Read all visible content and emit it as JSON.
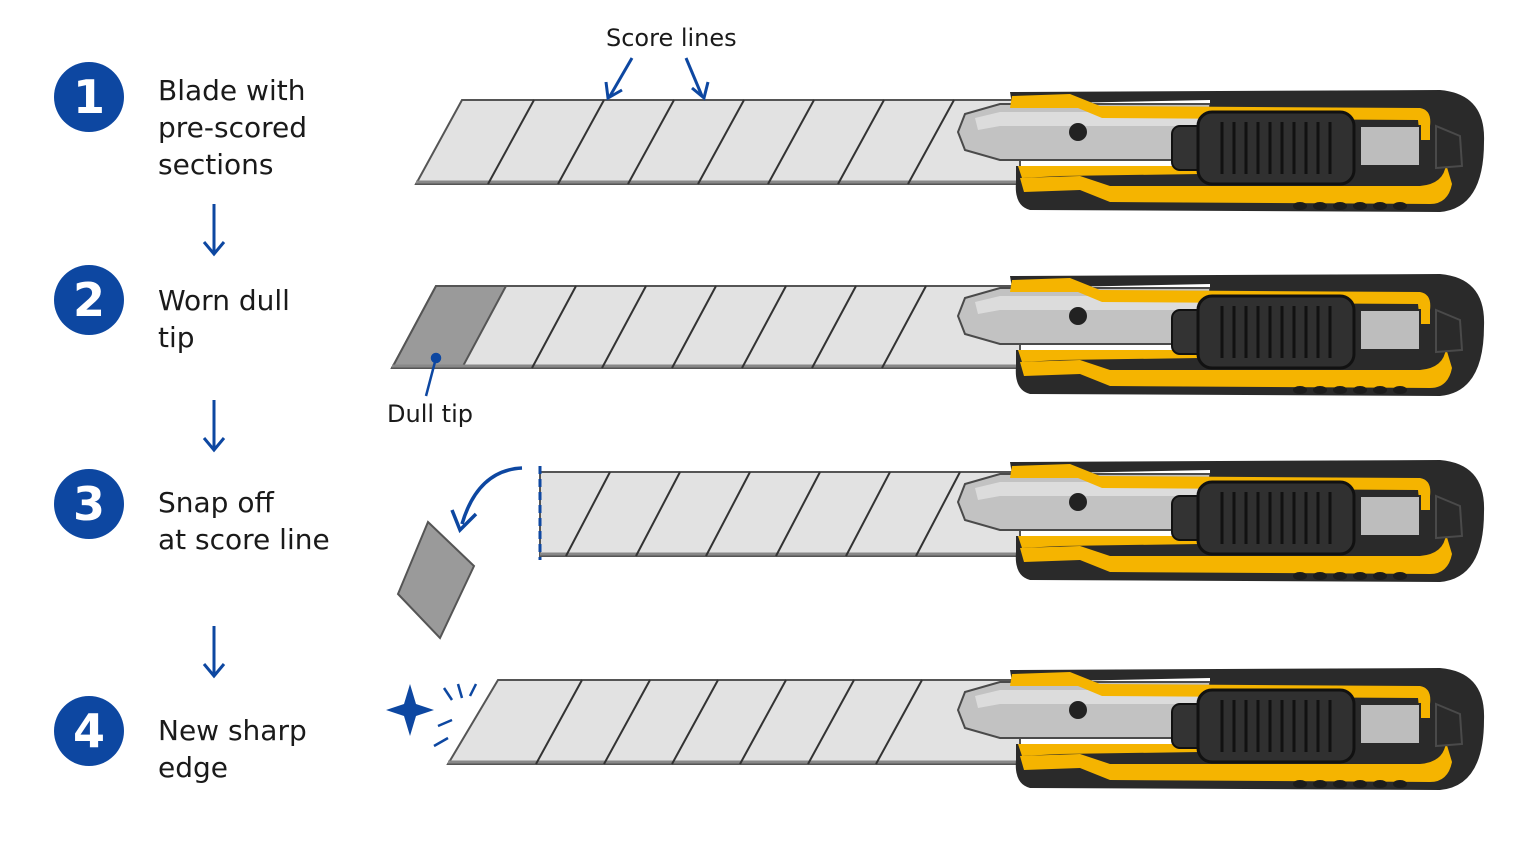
{
  "steps": [
    {
      "number": "1",
      "text": "Blade with\npre-scored\nsections"
    },
    {
      "number": "2",
      "text": "Worn dull\ntip"
    },
    {
      "number": "3",
      "text": "Snap off\nat score line"
    },
    {
      "number": "4",
      "text": "New sharp\nedge"
    }
  ],
  "labels": {
    "score_lines": "Score lines",
    "dull_tip": "Dull tip"
  },
  "colors": {
    "accent": "#0d47a1",
    "blade": "#e2e2e2",
    "blade_edge": "#555555",
    "dull_blade": "#9a9a9a",
    "handle_yellow": "#f5b400",
    "handle_black": "#2a2a2a",
    "metal": "#bdbdbd"
  },
  "icons": {
    "step_arrow": "arrow-down-icon",
    "sparkle": "sparkle-icon",
    "curved_arrow": "curved-arrow-icon"
  }
}
